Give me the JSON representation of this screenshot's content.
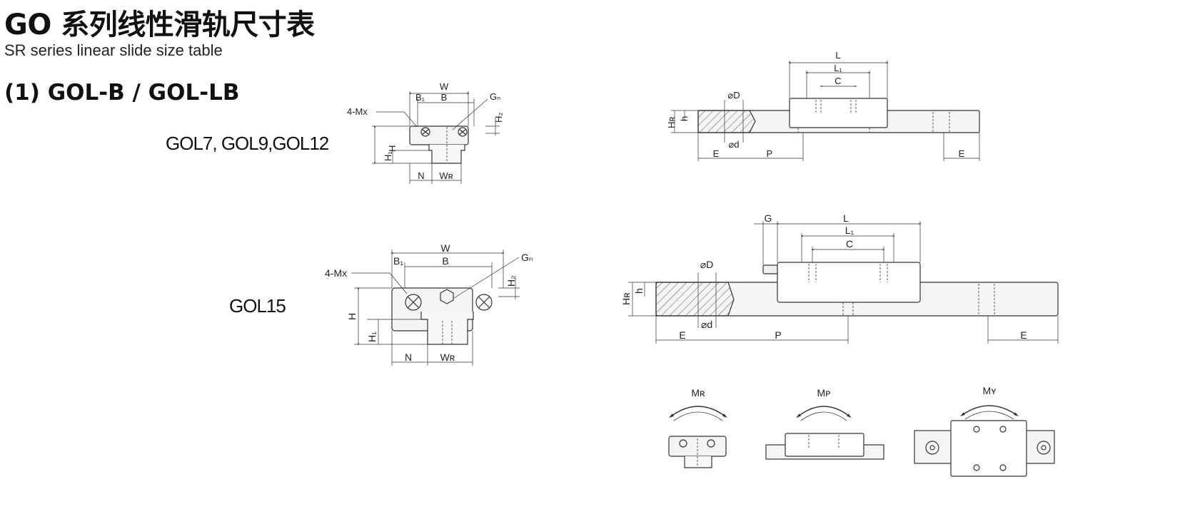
{
  "header": {
    "title": "GO 系列线性滑轨尺寸表",
    "subtitle": "SR series linear slide size table"
  },
  "section": {
    "label": "(1) GOL-B / GOL-LB"
  },
  "groups": [
    {
      "model_label": "GOL7, GOL9,GOL12"
    },
    {
      "model_label": "GOL15"
    }
  ],
  "dims": {
    "W": "W",
    "B": "B",
    "B1": "B₁",
    "Gn": "Gₙ",
    "M": "4-Mx",
    "H": "H",
    "H1": "H₁",
    "H2": "H₂",
    "N": "N",
    "WR": "Wʀ",
    "L": "L",
    "L1": "L₁",
    "C": "C",
    "G": "G",
    "D": "⌀D",
    "d": "⌀d",
    "h": "h",
    "HR": "Hʀ",
    "E": "E",
    "P": "P"
  },
  "moments": {
    "MR": "Mʀ",
    "MP": "Mᴘ",
    "MY": "Mʏ"
  }
}
